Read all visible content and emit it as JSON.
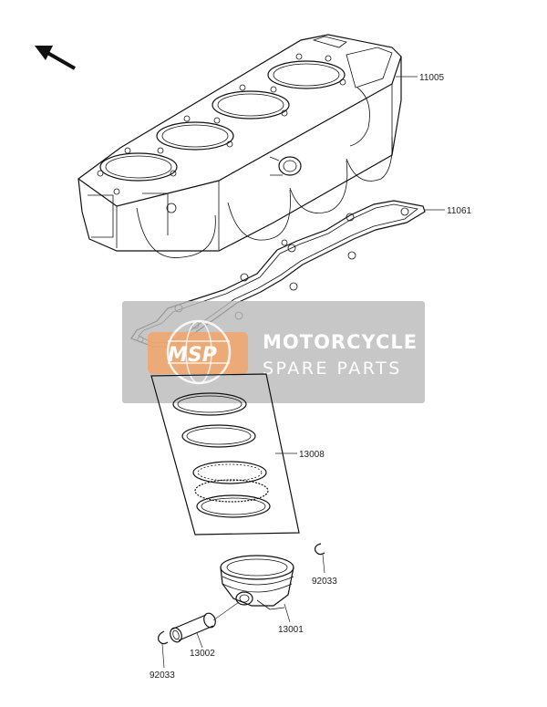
{
  "watermark": {
    "logo_text": "MSP",
    "line1": "MOTORCYCLE",
    "line2": "SPARE PARTS",
    "box_color": "#b9b9b9",
    "logo_color": "#f3a46b"
  },
  "parts": {
    "cylinder": "11005",
    "gasket": "11061",
    "ring_set": "13008",
    "piston": "13001",
    "pin": "13002",
    "circlip_right": "92033",
    "circlip_left": "92033"
  },
  "icons": {
    "direction": "arrow-up-left-icon"
  }
}
